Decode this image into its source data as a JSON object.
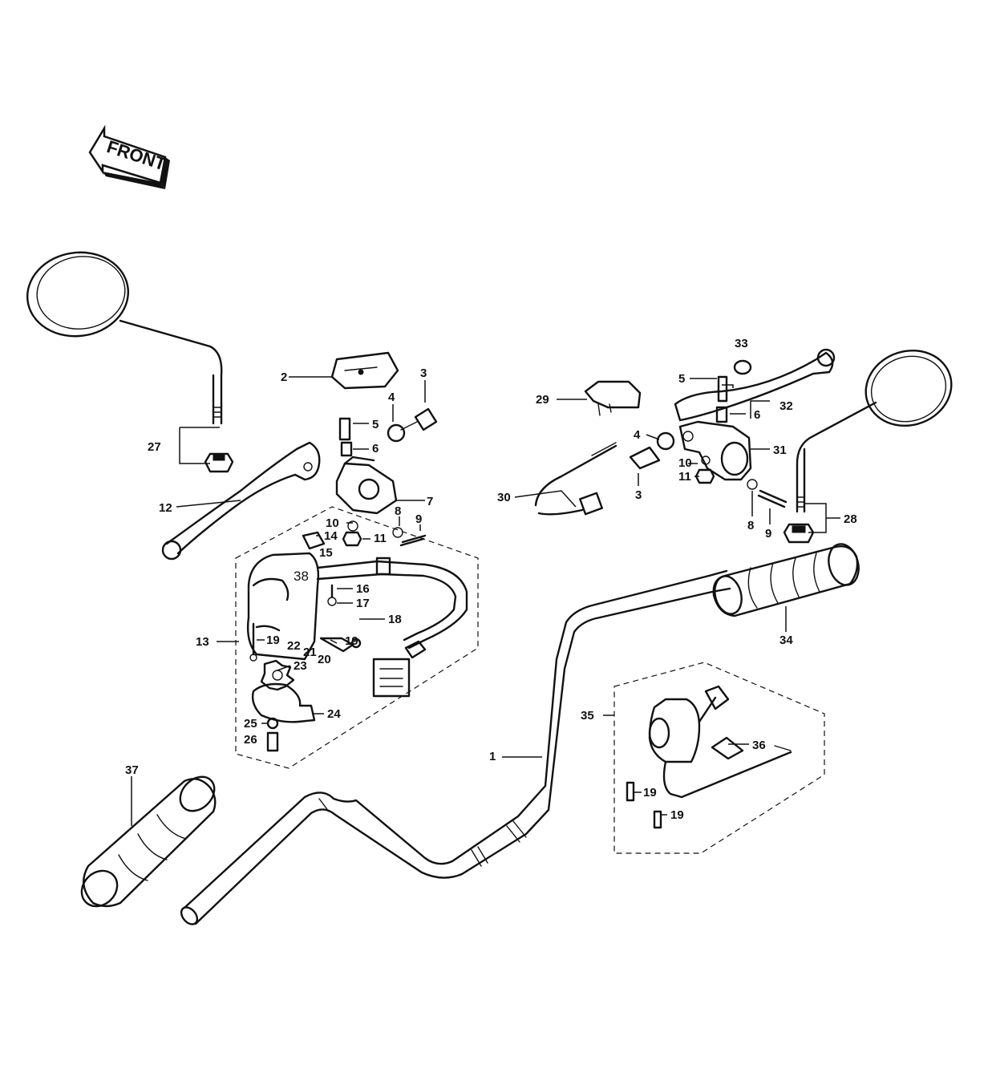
{
  "front_arrow": {
    "text": "FRONT"
  },
  "callouts": [
    {
      "id": "c1",
      "text": "1"
    },
    {
      "id": "c2",
      "text": "2"
    },
    {
      "id": "c3a",
      "text": "3"
    },
    {
      "id": "c3b",
      "text": "3"
    },
    {
      "id": "c4a",
      "text": "4"
    },
    {
      "id": "c4b",
      "text": "4"
    },
    {
      "id": "c5a",
      "text": "5"
    },
    {
      "id": "c5b",
      "text": "5"
    },
    {
      "id": "c6a",
      "text": "6"
    },
    {
      "id": "c6b",
      "text": "6"
    },
    {
      "id": "c7",
      "text": "7"
    },
    {
      "id": "c8a",
      "text": "8"
    },
    {
      "id": "c8b",
      "text": "8"
    },
    {
      "id": "c9a",
      "text": "9"
    },
    {
      "id": "c9b",
      "text": "9"
    },
    {
      "id": "c10a",
      "text": "10"
    },
    {
      "id": "c10b",
      "text": "10"
    },
    {
      "id": "c11a",
      "text": "11"
    },
    {
      "id": "c11b",
      "text": "11"
    },
    {
      "id": "c12",
      "text": "12"
    },
    {
      "id": "c13",
      "text": "13"
    },
    {
      "id": "c14",
      "text": "14"
    },
    {
      "id": "c15",
      "text": "15"
    },
    {
      "id": "c16",
      "text": "16"
    },
    {
      "id": "c17",
      "text": "17"
    },
    {
      "id": "c18",
      "text": "18"
    },
    {
      "id": "c19a",
      "text": "19"
    },
    {
      "id": "c19b",
      "text": "19"
    },
    {
      "id": "c19c",
      "text": "19"
    },
    {
      "id": "c19d",
      "text": "19"
    },
    {
      "id": "c20",
      "text": "20"
    },
    {
      "id": "c21",
      "text": "21"
    },
    {
      "id": "c22",
      "text": "22"
    },
    {
      "id": "c23",
      "text": "23"
    },
    {
      "id": "c24",
      "text": "24"
    },
    {
      "id": "c25",
      "text": "25"
    },
    {
      "id": "c26",
      "text": "26"
    },
    {
      "id": "c27",
      "text": "27"
    },
    {
      "id": "c28",
      "text": "28"
    },
    {
      "id": "c29",
      "text": "29"
    },
    {
      "id": "c30",
      "text": "30"
    },
    {
      "id": "c31",
      "text": "31"
    },
    {
      "id": "c32",
      "text": "32"
    },
    {
      "id": "c33",
      "text": "33"
    },
    {
      "id": "c34",
      "text": "34"
    },
    {
      "id": "c35",
      "text": "35"
    },
    {
      "id": "c36",
      "text": "36"
    },
    {
      "id": "c37",
      "text": "37"
    },
    {
      "id": "c38",
      "text": "38"
    }
  ]
}
